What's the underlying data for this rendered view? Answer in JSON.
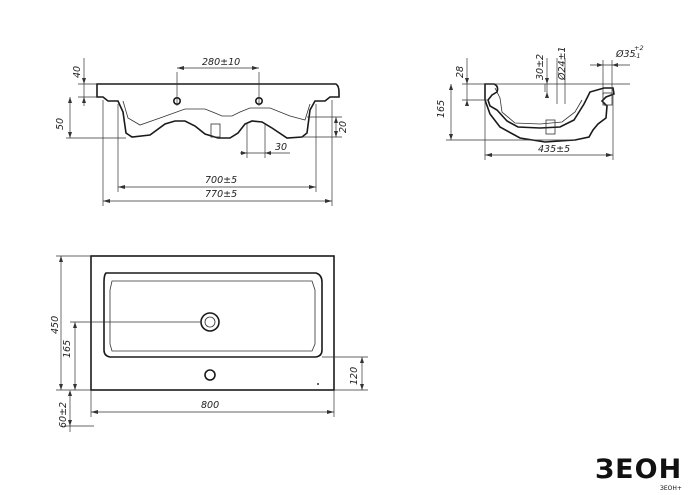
{
  "front_view": {
    "dims": {
      "holes_spacing": "280±10",
      "rim_height": "40",
      "overall_height": "50",
      "bowl_offset": "20",
      "drain_width": "30",
      "inner_width": "700±5",
      "outer_width": "770±5"
    }
  },
  "side_view": {
    "dims": {
      "rim": "28",
      "height": "165",
      "overflow_offset": "30±2",
      "drain_diameter": "Ø24±1",
      "outlet_diameter": "Ø35",
      "outlet_tolerance": "+2",
      "outlet_tolerance_lower": "-1",
      "depth": "435±5"
    }
  },
  "top_view": {
    "dims": {
      "depth": "450",
      "drain_from_front": "165",
      "tap_hole_from_edge": "120",
      "width": "800",
      "front_lip": "60±2"
    }
  },
  "brand": {
    "logo_text": "ЗЕОН",
    "logo_small": "ЗЕОН+"
  }
}
